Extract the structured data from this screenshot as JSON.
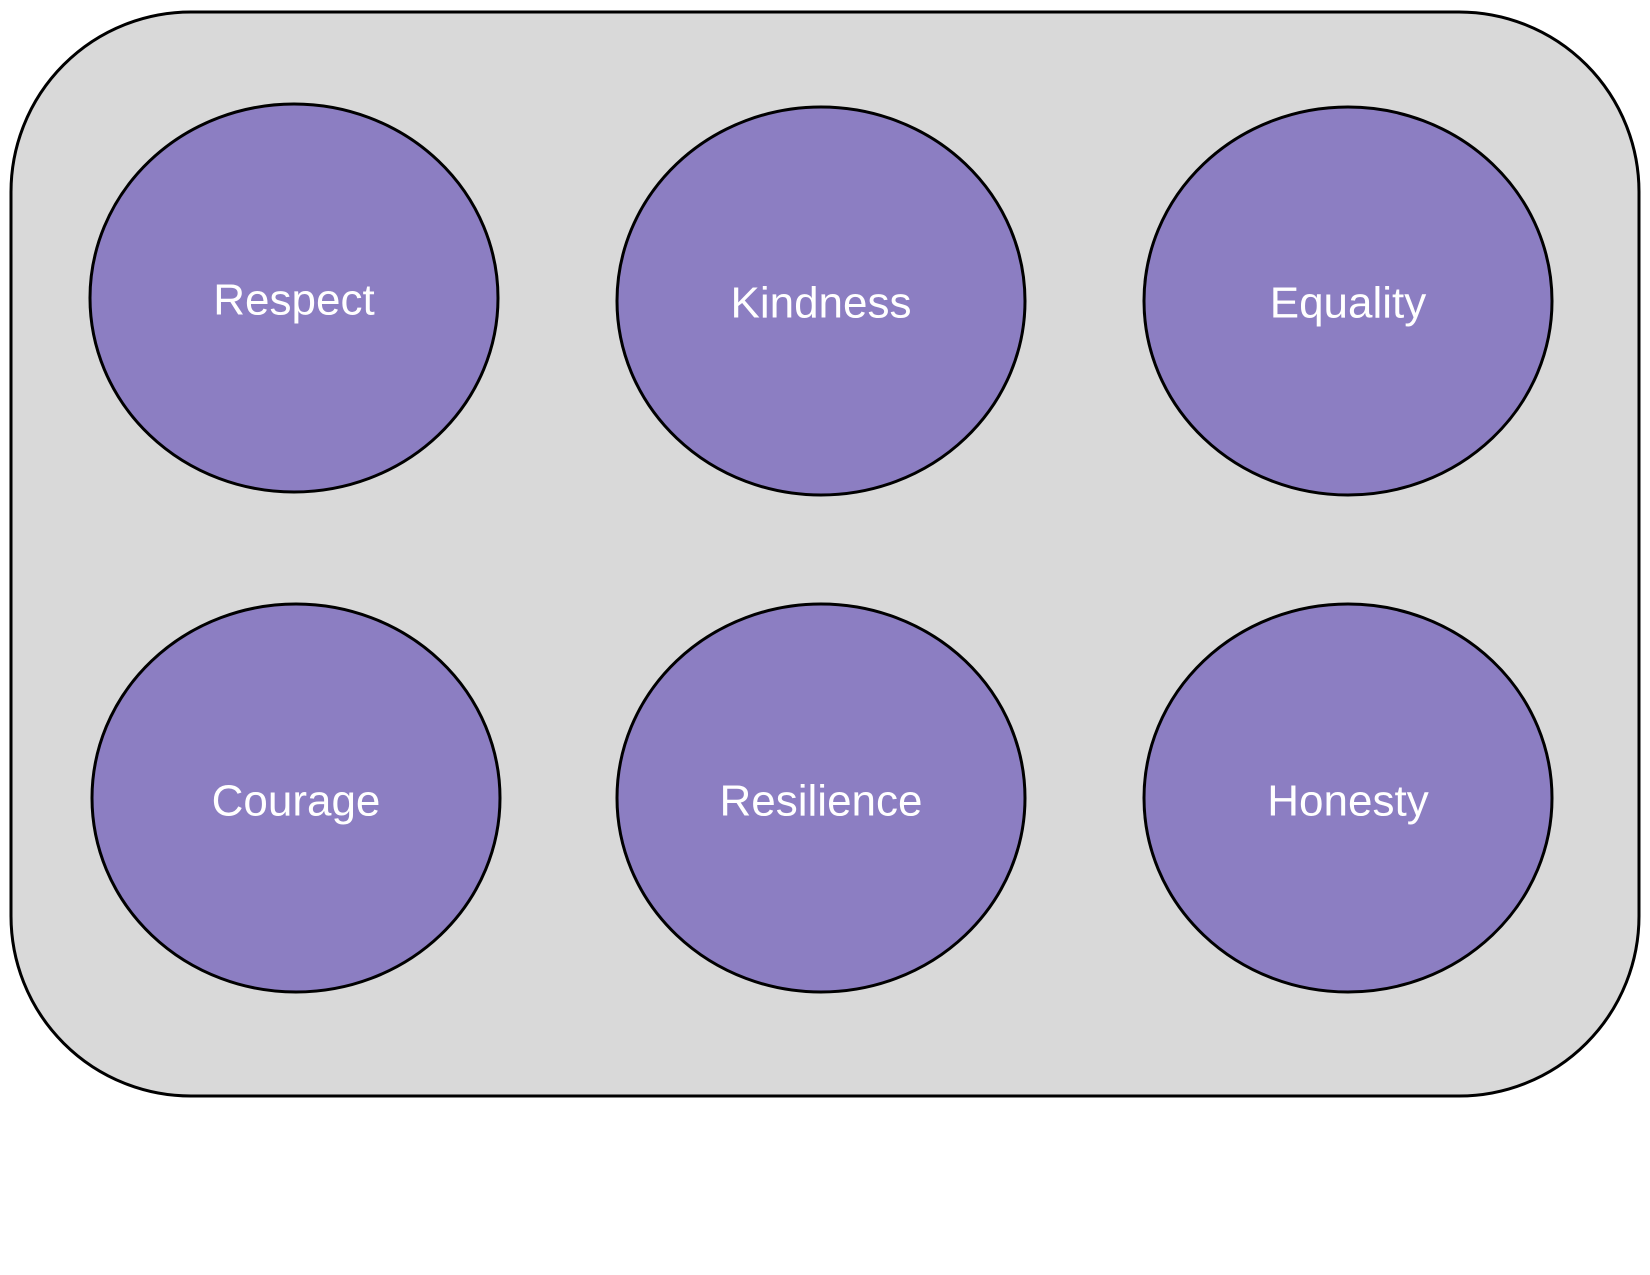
{
  "colors": {
    "panel_fill": "#d9d9d9",
    "circle_fill": "#8c7ec2",
    "outline": "#000000",
    "label_text": "#ffffff"
  },
  "values": [
    {
      "label": "Respect"
    },
    {
      "label": "Kindness"
    },
    {
      "label": "Equality"
    },
    {
      "label": "Courage"
    },
    {
      "label": "Resilience"
    },
    {
      "label": "Honesty"
    }
  ]
}
